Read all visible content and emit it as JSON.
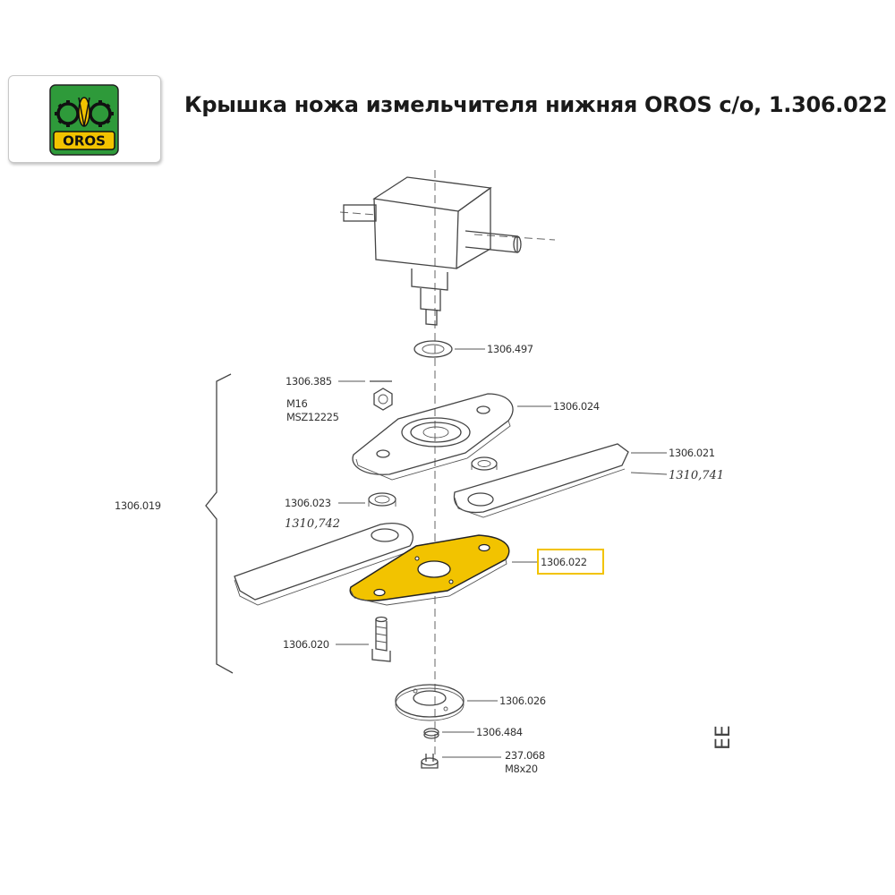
{
  "header": {
    "title": "Крышка ножа измельчителя нижняя OROS c/o, 1.306.022",
    "logo_text": "OROS",
    "accent_color": "#f2c300",
    "logo_green": "#2e9a3a"
  },
  "diagram": {
    "labels": {
      "p_1306497": "1306.497",
      "p_1306385": "1306.385",
      "p_m16": "M16",
      "p_msz": "MSZ12225",
      "p_1306024": "1306.024",
      "p_1306021": "1306.021",
      "p_hand_741": "1310,741",
      "p_1306019": "1306.019",
      "p_1306023": "1306.023",
      "p_hand_742": "1310,742",
      "p_1306022": "1306.022",
      "p_1306020": "1306.020",
      "p_1306026": "1306.026",
      "p_1306484": "1306.484",
      "p_237068": "237.068",
      "p_m8x20": "M8x20",
      "corner_mark": "ЕЕ"
    },
    "highlight_color": "#f2c300"
  }
}
